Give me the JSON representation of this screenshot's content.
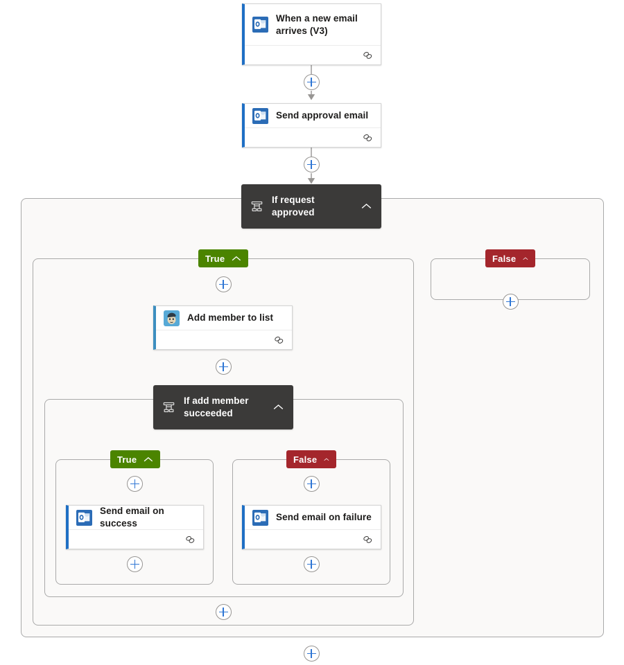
{
  "flow": {
    "nodes": [
      {
        "id": "trigger",
        "name": "When a new email arrives (V3)",
        "icon": "outlook-icon",
        "type": "action",
        "accent": "#1f6fc4"
      },
      {
        "id": "send-approval-email",
        "name": "Send approval email",
        "icon": "outlook-icon",
        "type": "action",
        "accent": "#1f6fc4"
      },
      {
        "id": "if-request-approved",
        "name": "If request approved",
        "icon": "condition-icon",
        "type": "condition",
        "accent": "#3b3a39"
      },
      {
        "id": "add-member-to-list",
        "name": "Add member to list",
        "icon": "mailchimp-icon",
        "type": "action",
        "accent": "#3d8fc0"
      },
      {
        "id": "if-add-member-succeeded",
        "name": "If add member succeeded",
        "icon": "condition-icon",
        "type": "condition",
        "accent": "#3b3a39"
      },
      {
        "id": "send-email-on-success",
        "name": "Send email on success",
        "icon": "outlook-icon",
        "type": "action",
        "accent": "#1f6fc4"
      },
      {
        "id": "send-email-on-failure",
        "name": "Send email on failure",
        "icon": "outlook-icon",
        "type": "action",
        "accent": "#1f6fc4"
      }
    ],
    "branch_labels": {
      "true": "True",
      "false": "False"
    },
    "colors": {
      "true_badge": "#4b8400",
      "false_badge": "#a4262c",
      "condition_node": "#3b3a39",
      "plus_glyph": "#2f76d4",
      "connector": "#979593",
      "scope_background": "#faf9f8",
      "scope_border": "#a9a9a9",
      "outlook_blue": "#1f6fc4",
      "mailchimp_blue": "#3d8fc0"
    },
    "icons": {
      "outlook": "outlook-icon",
      "mailchimp": "mailchimp-icon",
      "condition": "condition-icon",
      "collapse": "chevron-up-icon",
      "footer": "link-chain-icon",
      "add": "plus-icon"
    },
    "add_buttons": [
      "add-step-after-trigger",
      "add-step-after-send-approval-email",
      "add-step-in-false-branch",
      "add-step-before-add-member",
      "add-step-after-add-member",
      "add-step-before-send-email-on-success",
      "add-step-after-send-email-on-success",
      "add-step-before-send-email-on-failure",
      "add-step-after-send-email-on-failure",
      "add-step-after-nested-condition",
      "add-step-after-condition"
    ]
  }
}
